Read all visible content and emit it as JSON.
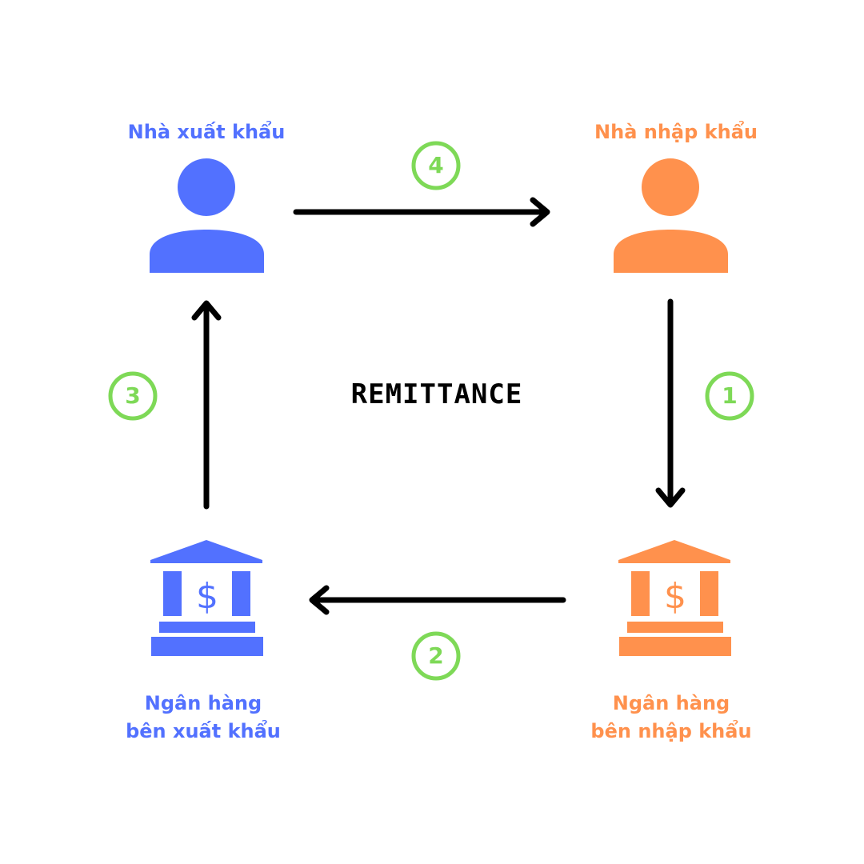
{
  "title": "REMITTANCE",
  "colors": {
    "exporter": "#5271ff",
    "importer": "#ff914d",
    "step": "#7ed957",
    "arrow": "#000000"
  },
  "nodes": {
    "exporter": {
      "label": "Nhà xuất khẩu",
      "icon": "person-icon"
    },
    "importer": {
      "label": "Nhà nhập khẩu",
      "icon": "person-icon"
    },
    "exporter_bank": {
      "label_line1": "Ngân hàng",
      "label_line2": "bên xuất khẩu",
      "icon": "bank-icon"
    },
    "importer_bank": {
      "label_line1": "Ngân hàng",
      "label_line2": "bên nhập khẩu",
      "icon": "bank-icon"
    }
  },
  "steps": [
    {
      "number": "1",
      "from": "importer",
      "to": "importer_bank"
    },
    {
      "number": "2",
      "from": "importer_bank",
      "to": "exporter_bank"
    },
    {
      "number": "3",
      "from": "exporter_bank",
      "to": "exporter"
    },
    {
      "number": "4",
      "from": "exporter",
      "to": "importer"
    }
  ]
}
